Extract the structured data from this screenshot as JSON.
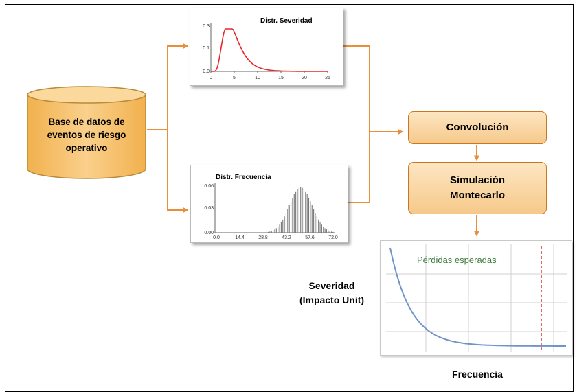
{
  "database": {
    "label": "Base de datos de\neventos de riesgo\noperativo"
  },
  "severity_chart": {
    "title": "Distr. Severidad",
    "y_ticks": [
      "0.3",
      "0.1",
      "0.0"
    ],
    "x_ticks": [
      "0",
      "5",
      "10",
      "15",
      "20",
      "25"
    ],
    "curve_color": "#e8262a"
  },
  "frequency_chart": {
    "title": "Distr. Frecuencia",
    "y_ticks": [
      "0.06",
      "0.03",
      "0.00"
    ],
    "x_ticks": [
      "0.0",
      "14.4",
      "28.8",
      "43.2",
      "57.6",
      "72.0"
    ],
    "bar_color": "#777777"
  },
  "steps": {
    "convolution": "Convolución",
    "simulation": "Simulación\nMontecarlo"
  },
  "loss_chart": {
    "title": "Pérdidas esperadas",
    "ylabel": "Severidad\n(Impacto Unit)",
    "xlabel": "Frecuencia",
    "curve_color": "#6f94c8",
    "threshold_color": "#e0302a"
  },
  "colors": {
    "arrow": "#e98f3a",
    "box_border": "#c9761f",
    "box_fill": "#f8cf94"
  }
}
